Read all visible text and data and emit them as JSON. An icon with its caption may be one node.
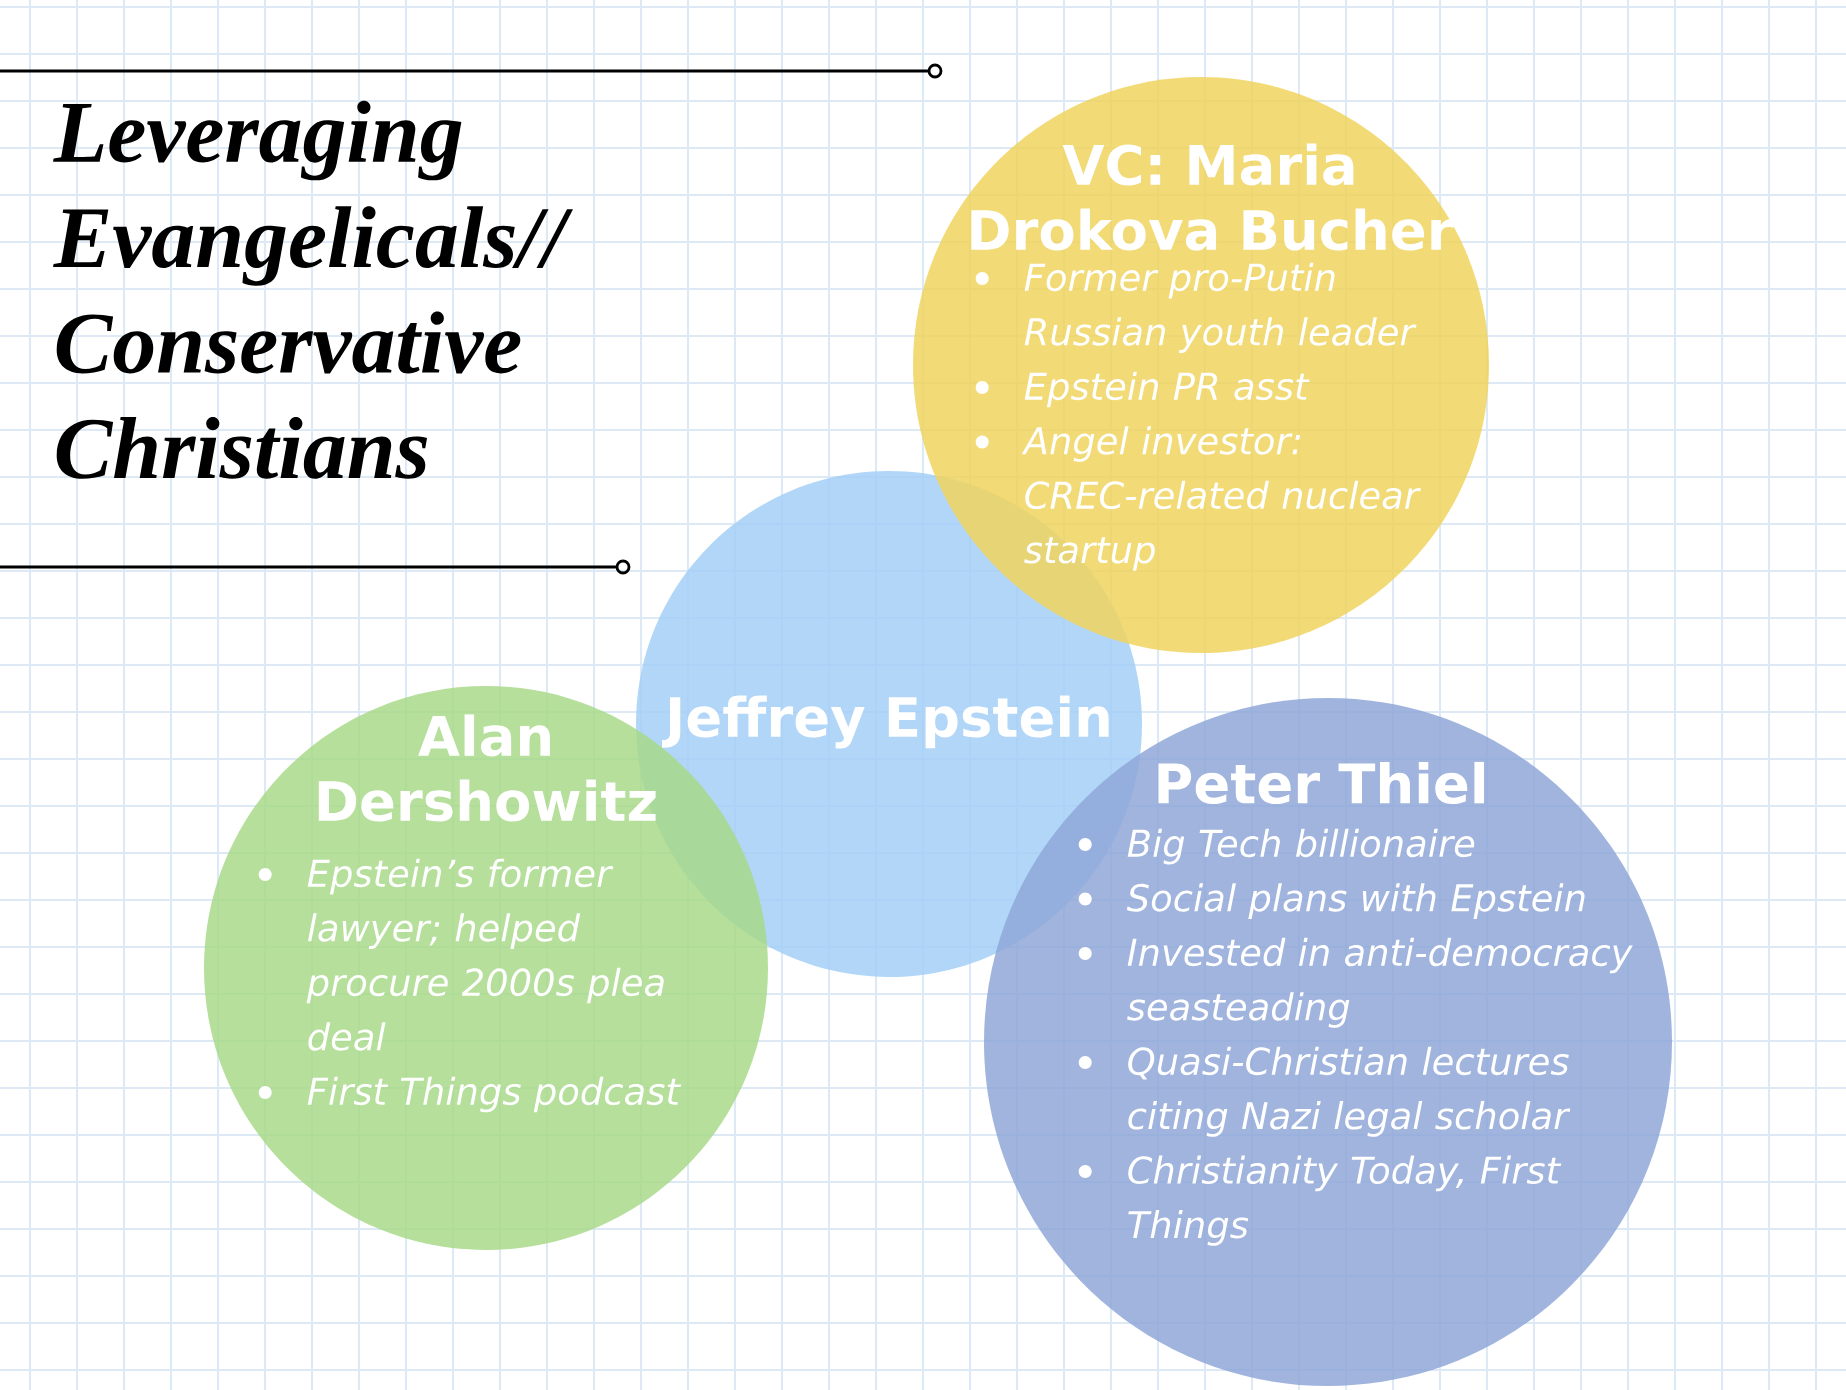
{
  "diagram": {
    "title": "Leveraging Evangelicals// Conservative Christians",
    "nodes": [
      {
        "text": [
          "VC: Maria Drokova Bucher",
          "Former pro-Putin Russian youth leader",
          "Epstein PR asst",
          "Angel investor: CREC-related nuclear startup"
        ]
      },
      {
        "text": [
          "Jeffrey Epstein"
        ]
      },
      {
        "text": [
          "Alan Dershowitz",
          "Epstein’s former lawyer; helped procure 2000s plea deal",
          "First Things podcast"
        ]
      },
      {
        "text": [
          "Peter Thiel",
          "Big Tech billionaire",
          "Social plans with Epstein",
          "Invested in anti-democracy seasteading",
          "Quasi-Christian lectures citing Nazi legal scholar",
          "Christianity Today, First Things"
        ]
      }
    ]
  }
}
